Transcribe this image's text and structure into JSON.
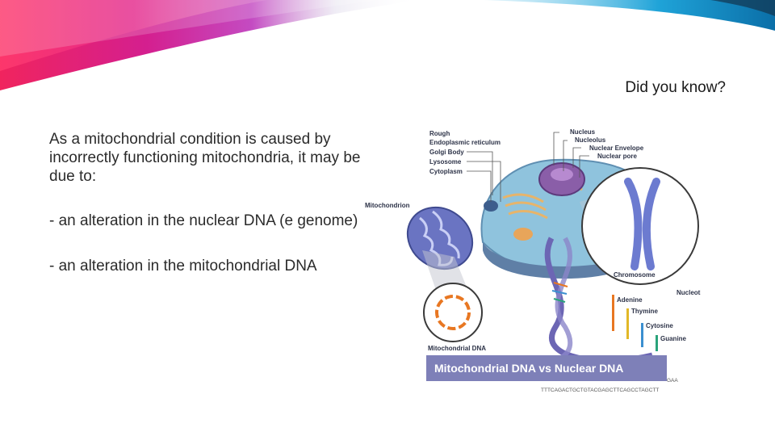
{
  "slide": {
    "title": "Did you know?",
    "paragraphs": [
      "As a mitochondrial condition is caused by incorrectly functioning mitochondria, it may be due to:",
      "- an alteration in the nuclear DNA (e genome)",
      "- an alteration in the mitochondrial DNA"
    ]
  },
  "figure": {
    "labels": {
      "rough": "Rough",
      "er": "Endoplasmic reticulum",
      "golgi": "Golgi Body",
      "lysosome": "Lysosome",
      "cytoplasm": "Cytoplasm",
      "nucleus": "Nucleus",
      "nucleolus": "Nucleolus",
      "envelope": "Nuclear Envelope",
      "pore": "Nuclear pore",
      "mitochondrion": "Mitochondrion",
      "chromosome": "Chromosome",
      "nucleotides": "Nucleotides",
      "adenine": "Adenine",
      "thymine": "Thymine",
      "cytosine": "Cytosine",
      "guanine": "Guanine",
      "mtdna": "Mitochondrial DNA"
    },
    "banner": "Mitochondrial DNA vs Nuclear DNA",
    "sequence_fragment": "GAA",
    "sequence": "TTTCAGACTGCTGTACGAGCTTCAGCCTAGCTT"
  },
  "colors": {
    "swoosh_pink": "#e8237a",
    "swoosh_magenta": "#c71fa0",
    "swoosh_blue": "#1fa3d8",
    "banner": "#7e80b8",
    "adenine": "#e87722",
    "thymine": "#e2b828",
    "cytosine": "#3b8fd0",
    "guanine": "#2aa37a"
  }
}
